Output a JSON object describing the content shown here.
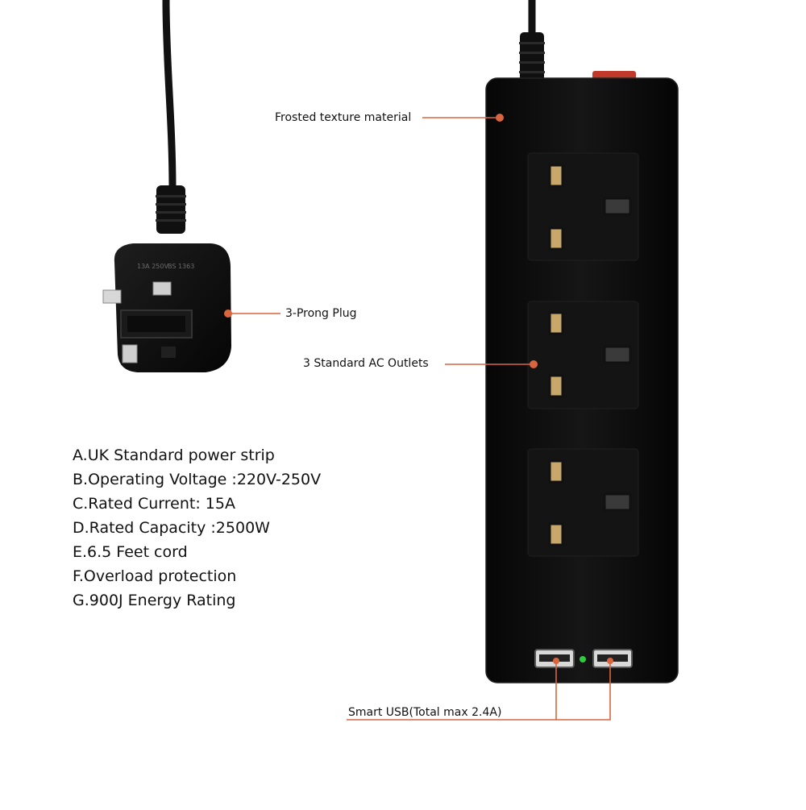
{
  "callouts": {
    "frosted": "Frosted texture material",
    "plug": "3-Prong Plug",
    "outlets": "3 Standard AC Outlets",
    "usb": "Smart USB(Total max 2.4A)"
  },
  "specs": [
    "A.UK Standard power strip",
    "B.Operating Voltage :220V-250V",
    "C.Rated Current: 15A",
    "D.Rated Capacity :2500W",
    "E.6.5 Feet cord",
    "F.Overload protection",
    "G.900J Energy Rating"
  ],
  "plug_markings": [
    "13A 250V",
    "BS 1363"
  ],
  "colors": {
    "body": "#0d0d0d",
    "callout_line": "#d9653f",
    "switch": "#c0392b",
    "led": "#2ecc40"
  }
}
